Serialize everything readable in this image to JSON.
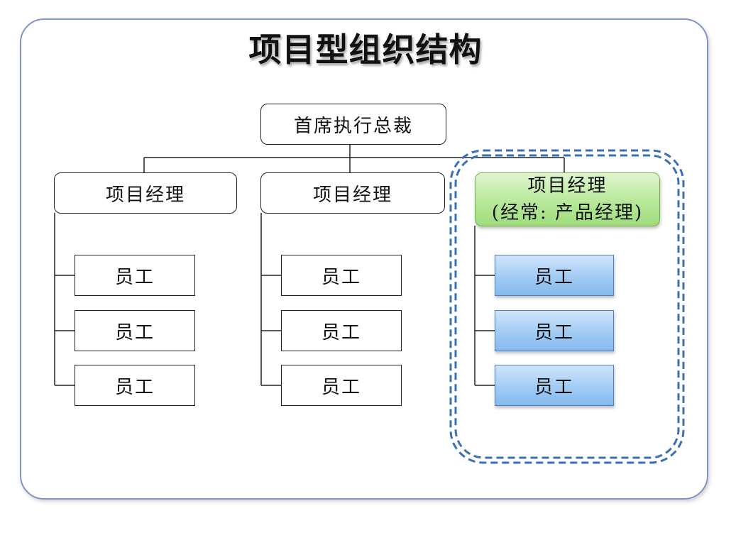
{
  "title": "项目型组织结构",
  "ceo": "首席执行总裁",
  "columns": [
    {
      "manager": "项目经理",
      "staff": [
        "员工",
        "员工",
        "员工"
      ]
    },
    {
      "manager": "项目经理",
      "staff": [
        "员工",
        "员工",
        "员工"
      ]
    },
    {
      "manager_line1": "项目经理",
      "manager_line2": "(经常: 产品经理)",
      "staff": [
        "员工",
        "员工",
        "员工"
      ]
    }
  ],
  "colors": {
    "frame_border": "#7f95c9",
    "highlight_dash": "#3a6fb5",
    "manager_highlight": "#b8e89a",
    "staff_highlight": "#9ec9f3"
  }
}
